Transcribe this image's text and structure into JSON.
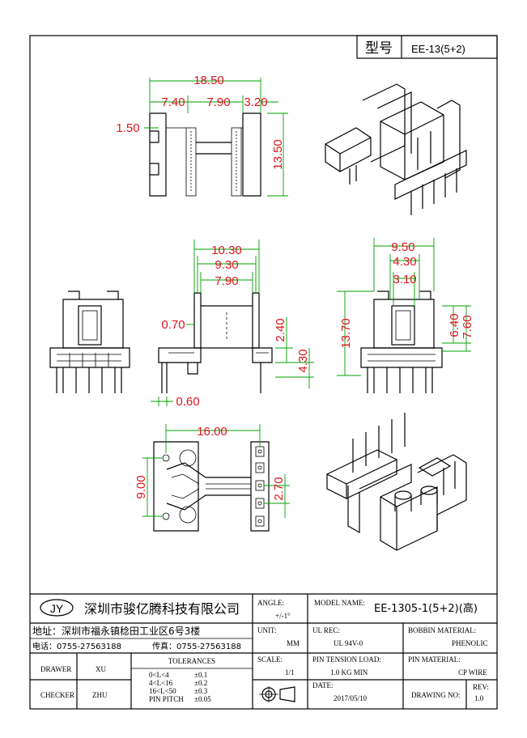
{
  "header": {
    "type_label": "型号",
    "type_value": "EE-13(5+2)"
  },
  "dimensions": {
    "top_view": [
      "18.50",
      "7.40",
      "7.90",
      "3.20",
      "1.50",
      "13.50"
    ],
    "side_view": [
      "10.30",
      "9.30",
      "7.90",
      "0.70",
      "2.40",
      "4.30",
      "0.60"
    ],
    "front_view": [
      "9.50",
      "4.30",
      "3.10",
      "13.70",
      "6.40",
      "7.60"
    ],
    "bottom_view": [
      "16.00",
      "9.00",
      "2.70"
    ]
  },
  "title_block": {
    "logo": "JY",
    "company": "深圳市骏亿腾科技有限公司",
    "address": "地址：深圳市福永镇稔田工业区6号3楼",
    "phone": "电话：0755-27563188",
    "fax": "传真：0755-27563188",
    "angle_label": "ANGLE:",
    "angle_value": "+/-1°",
    "model_label": "MODEL NAME:",
    "model_value": "EE-1305-1(5+2)(高)",
    "unit_label": "UNIT:",
    "unit_value": "MM",
    "ul_label": "UL REC:",
    "ul_value": "UL 94V-0",
    "bobbin_label": "BOBBIN MATERIAL:",
    "bobbin_value": "PHENOLIC",
    "drawer_label": "DRAWER",
    "drawer_value": "XU",
    "tolerances_label": "TOLERANCES",
    "tolerances": [
      {
        "range": "0<L<4",
        "tol": "±0.1"
      },
      {
        "range": "4<L<16",
        "tol": "±0.2"
      },
      {
        "range": "16<L<50",
        "tol": "±0.3"
      },
      {
        "range": "PIN PITCH",
        "tol": "±0.05"
      }
    ],
    "scale_label": "SCALE:",
    "scale_value": "1/1",
    "pin_tension_label": "PIN TENSION LOAD:",
    "pin_tension_value": "1.0 KG MIN",
    "pin_material_label": "PIN MATERIAL:",
    "pin_material_value": "CP WIRE",
    "checker_label": "CHECKER",
    "checker_value": "ZHU",
    "date_label": "DATE:",
    "date_value": "2017/05/10",
    "drawing_no_label": "DRAWING NO:",
    "rev_label": "REV:",
    "rev_value": "1.0"
  },
  "colors": {
    "dimension_text": "#e0141e",
    "dimension_line": "#00a000",
    "outline": "#000000"
  }
}
